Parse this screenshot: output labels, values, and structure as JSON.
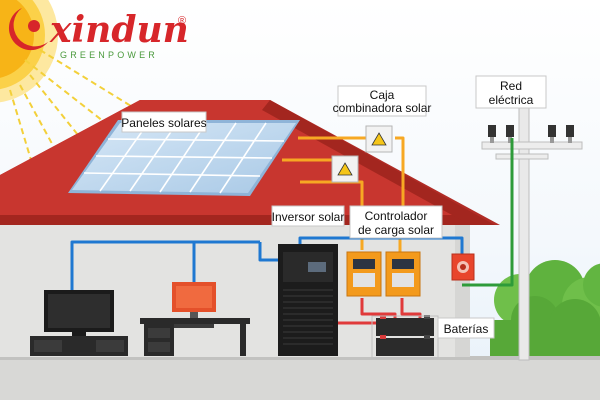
{
  "brand": {
    "name": "xindun",
    "registered": "®",
    "tagline": "GREENPOWER"
  },
  "labels": {
    "solar_panels": "Paneles solares",
    "combiner_line1": "Caja",
    "combiner_line2": "combinadora solar",
    "grid_line1": "Red",
    "grid_line2": "eléctrica",
    "inverter": "Inversor solar",
    "controller_line1": "Controlador",
    "controller_line2": "de carga solar",
    "batteries": "Baterías"
  },
  "colors": {
    "roof": "#c8362f",
    "wall": "#e3e3e1",
    "panel": "#bcd6ec",
    "wire_dc": "#f7a823",
    "wire_ac": "#1f78d1",
    "wire_ground": "#2e9b3a",
    "wire_battery": "#e03a3a",
    "controller": "#f39a1c",
    "brand_red": "#d7262a",
    "brand_green": "#4a9a3c"
  }
}
